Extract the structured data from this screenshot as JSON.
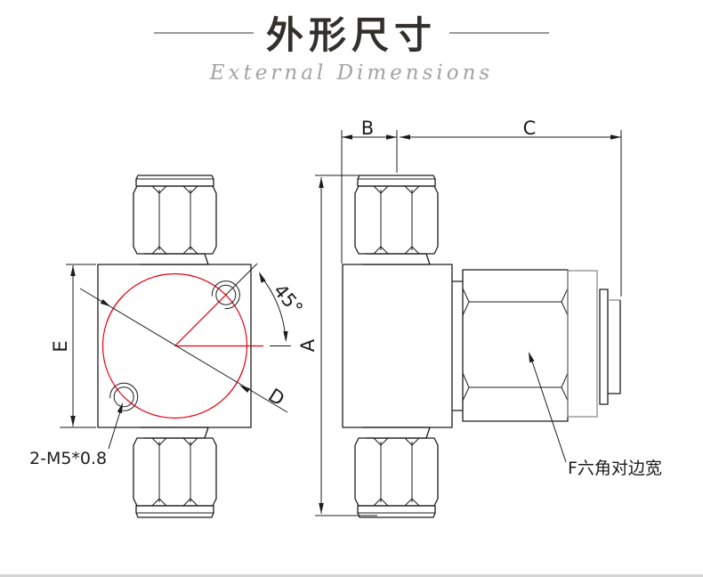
{
  "header": {
    "title": "外形尺寸",
    "subtitle": "External Dimensions"
  },
  "drawing": {
    "front_view": {
      "dim_e": "E",
      "dim_d": "D",
      "angle_label": "45°",
      "thread_note": "2-M5*0.8"
    },
    "side_view": {
      "dim_a": "A",
      "dim_b": "B",
      "dim_c": "C",
      "hex_note": "F六角对边宽"
    },
    "colors": {
      "outline": "#1c1c1c",
      "construction_red": "#e60012",
      "secondary_gray": "#8f8f8f",
      "title_text": "#332f2b",
      "subtitle_text": "#a3a3a3"
    }
  }
}
